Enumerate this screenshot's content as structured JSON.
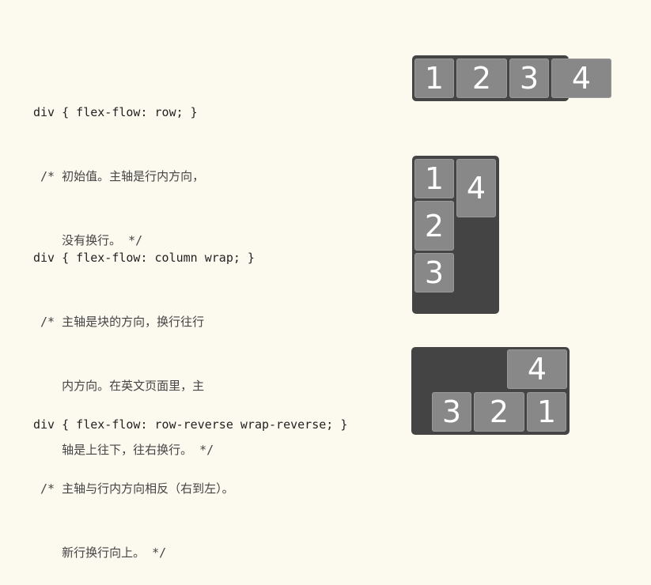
{
  "examples": [
    {
      "code": "div { flex-flow: row; }",
      "comment": [
        " /* 初始值。主轴是行内方向，",
        "    没有换行。 */"
      ],
      "items": [
        "1",
        "2",
        "3",
        "4"
      ]
    },
    {
      "code": "div { flex-flow: column wrap; }",
      "comment": [
        " /* 主轴是块的方向，换行往行",
        "    内方向。在英文页面里，主",
        "    轴是上往下，往右换行。 */"
      ],
      "items": [
        "1",
        "2",
        "3",
        "4"
      ]
    },
    {
      "code": "div { flex-flow: row-reverse wrap-reverse; }",
      "comment": [
        " /* 主轴与行内方向相反（右到左）。",
        "    新行换行向上。 */"
      ],
      "items": [
        "1",
        "2",
        "3",
        "4"
      ]
    }
  ],
  "colors": {
    "background": "#fcf9ee",
    "container": "#444444",
    "item": "#888888",
    "item_text": "#ffffff"
  }
}
